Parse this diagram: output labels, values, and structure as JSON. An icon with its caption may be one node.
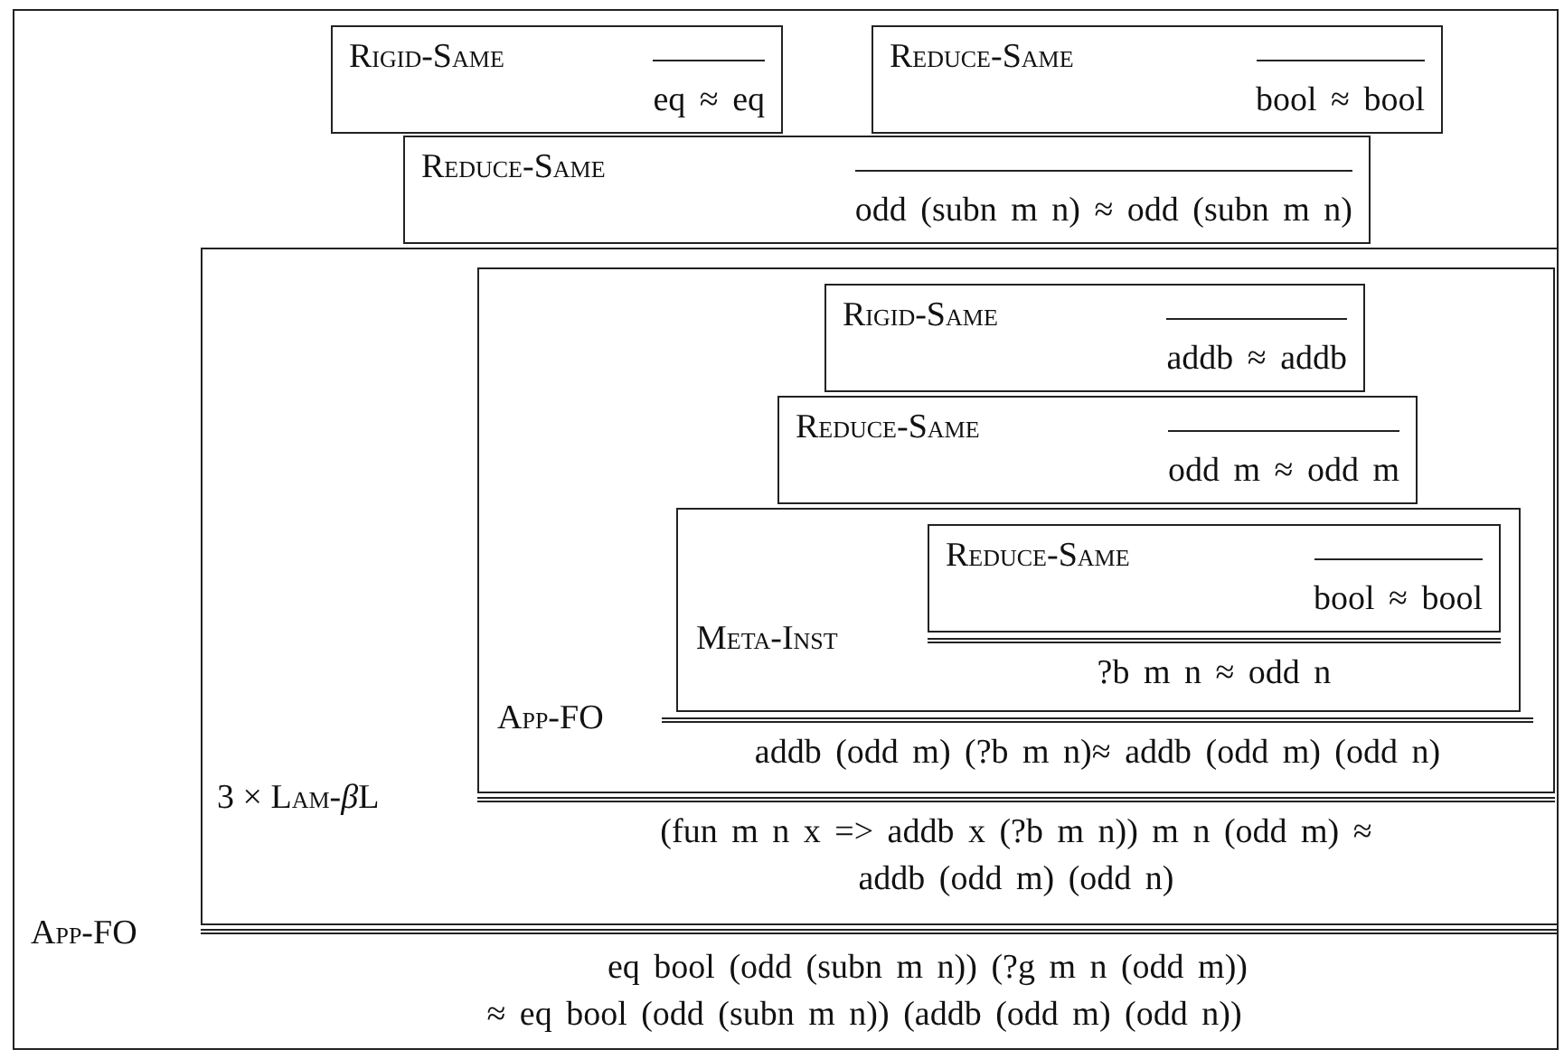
{
  "diagram": {
    "nodes": [
      {
        "text": [
          "App-FO",
          "eq bool (odd (subn m n)) (?g m n (odd m)) ≈ eq bool (odd (subn m n)) (addb (odd m) (odd n))"
        ]
      },
      {
        "text": [
          "Rigid-Same",
          "eq ≈ eq"
        ],
        "in": 0
      },
      {
        "text": [
          "Reduce-Same",
          "bool ≈ bool"
        ],
        "in": 0
      },
      {
        "text": [
          "Reduce-Same",
          "odd (subn m n) ≈ odd (subn m n)"
        ],
        "in": 0
      },
      {
        "text": [
          "3 × Lam-βL",
          "(fun m n x => addb x (?b m n)) m n (odd m) ≈ addb (odd m) (odd n)"
        ],
        "in": 0
      },
      {
        "text": [
          "App-FO",
          "addb (odd m) (?b m n)≈ addb (odd m) (odd n)"
        ],
        "in": 4
      },
      {
        "text": [
          "Rigid-Same",
          "addb ≈ addb"
        ],
        "in": 5
      },
      {
        "text": [
          "Reduce-Same",
          "odd m ≈ odd m"
        ],
        "in": 5
      },
      {
        "text": [
          "Meta-Inst",
          "?b m n ≈ odd n"
        ],
        "in": 5
      },
      {
        "text": [
          "Reduce-Same",
          "bool ≈ bool"
        ],
        "in": 8
      }
    ]
  }
}
